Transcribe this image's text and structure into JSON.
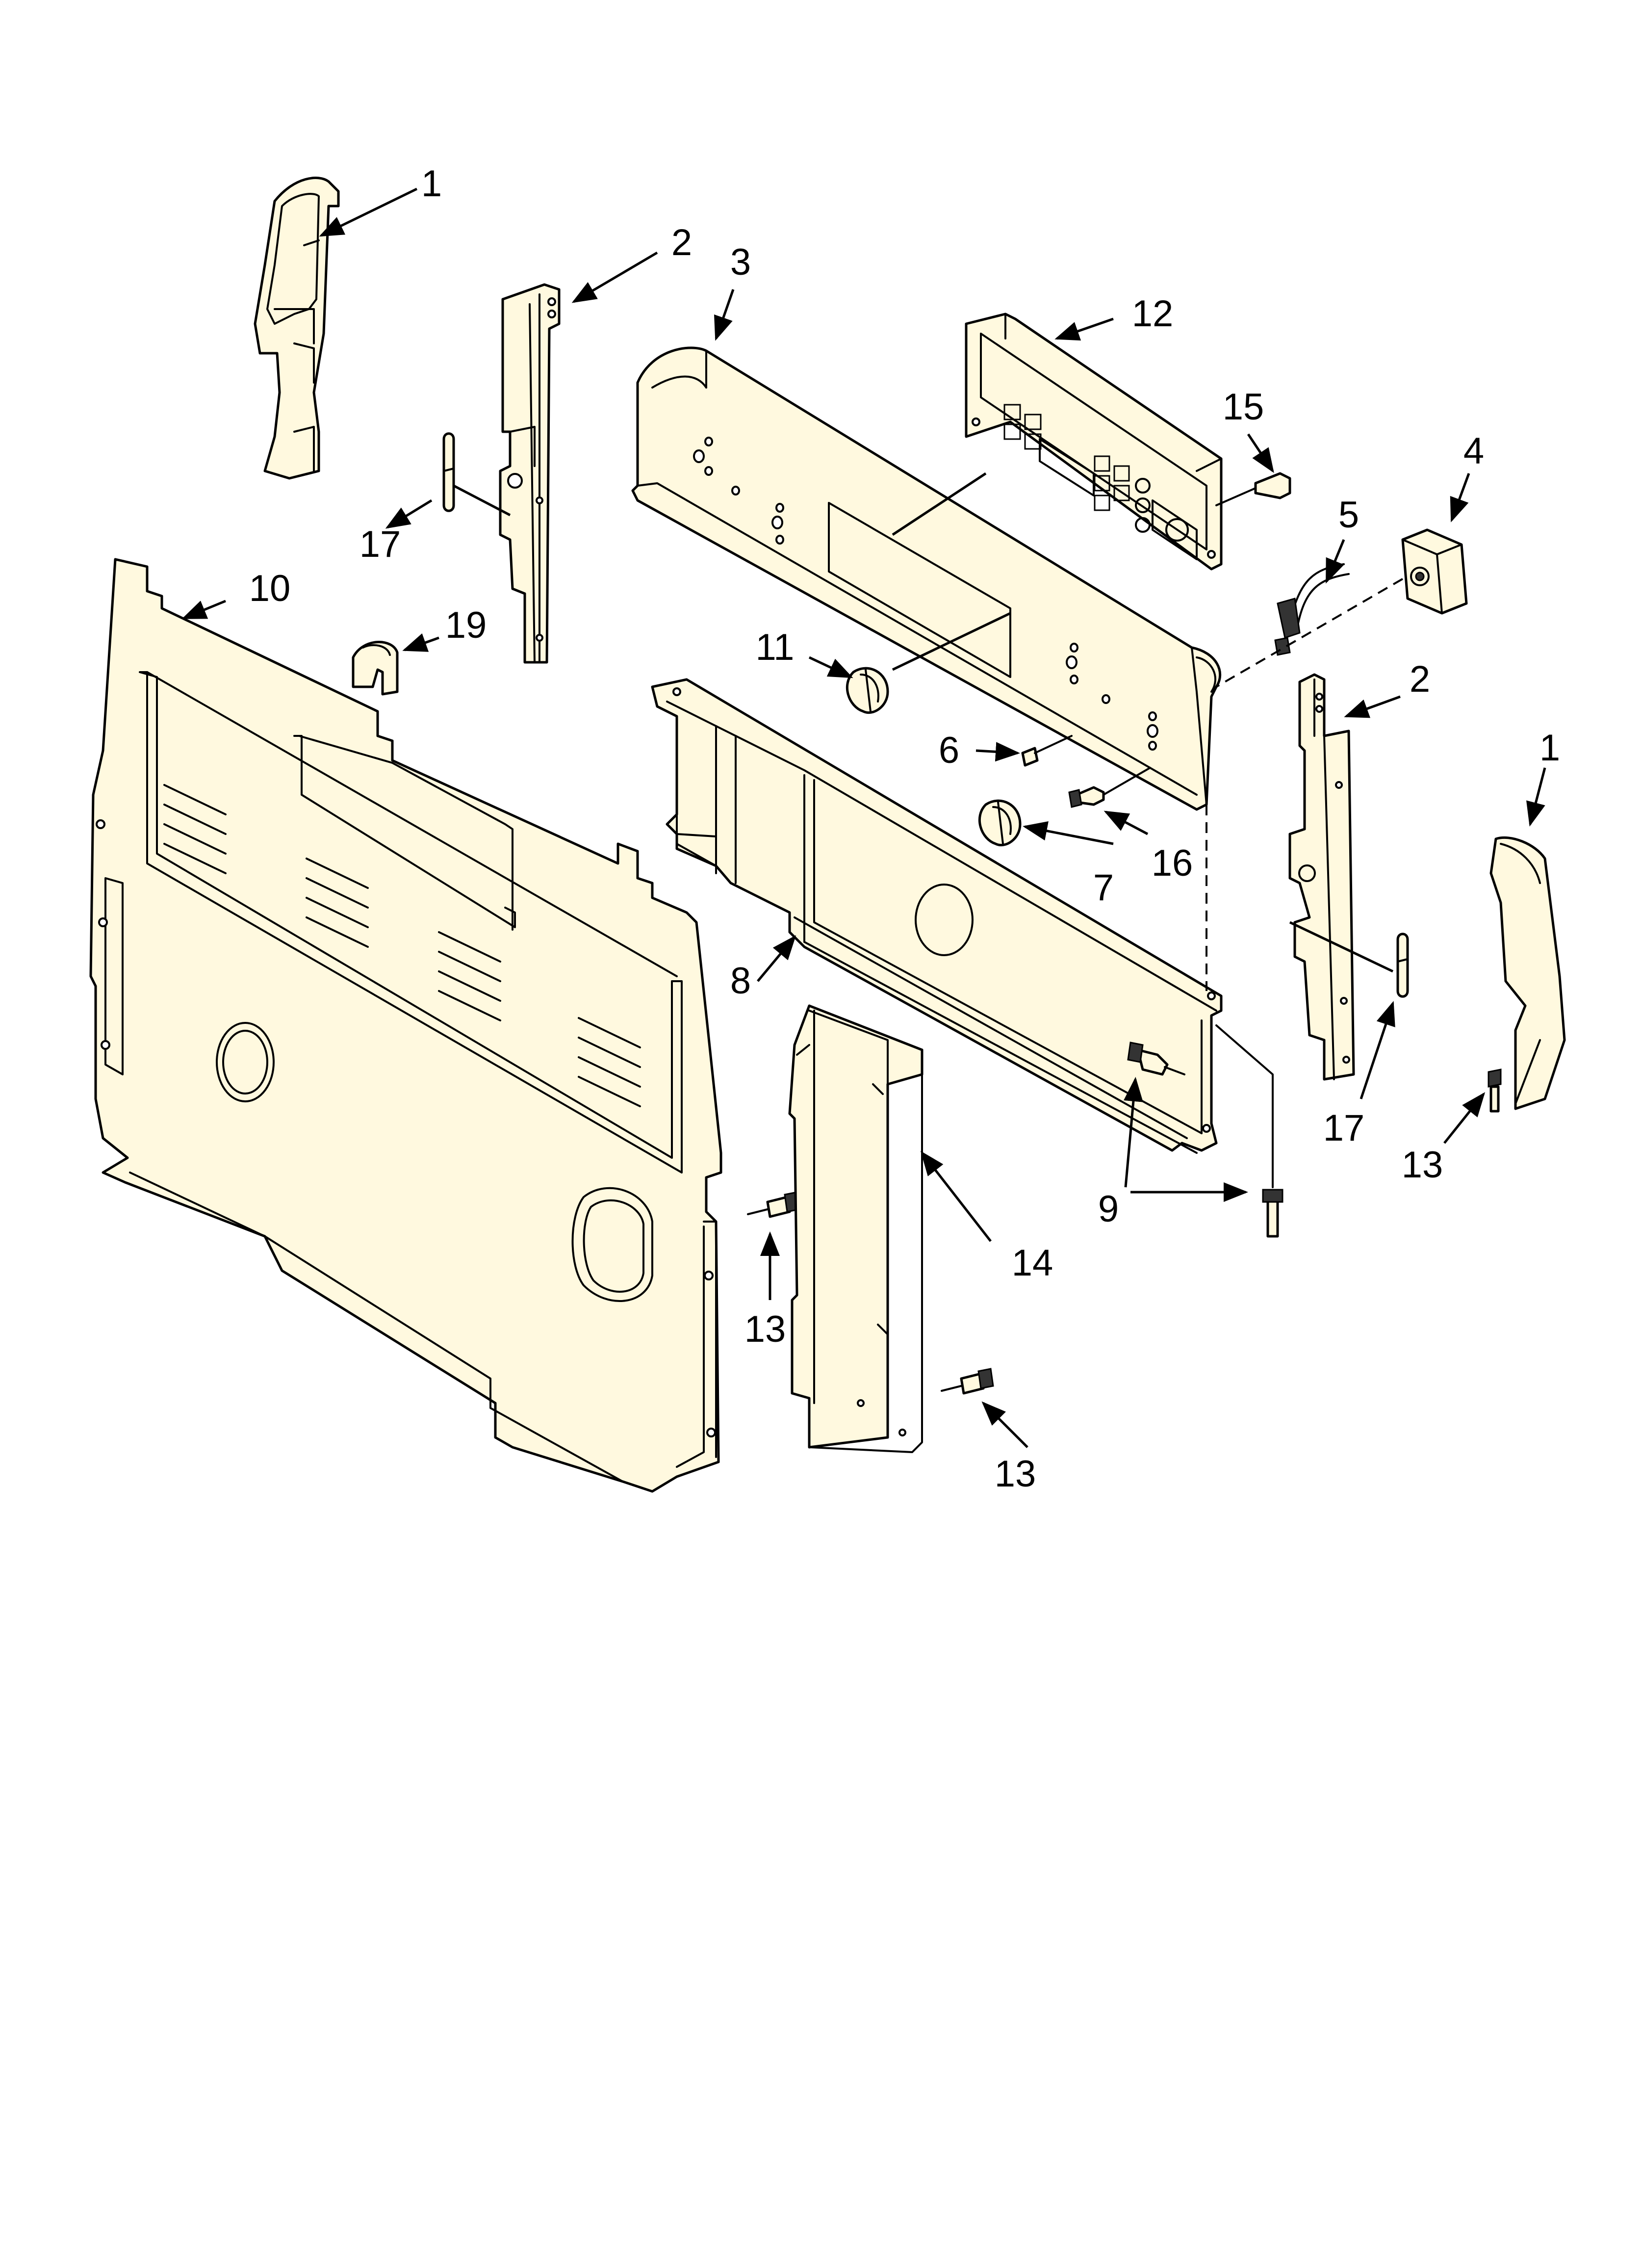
{
  "diagram": {
    "callouts": [
      {
        "id": "c1a",
        "label": "1"
      },
      {
        "id": "c1b",
        "label": "1"
      },
      {
        "id": "c2a",
        "label": "2"
      },
      {
        "id": "c2b",
        "label": "2"
      },
      {
        "id": "c3",
        "label": "3"
      },
      {
        "id": "c4",
        "label": "4"
      },
      {
        "id": "c5",
        "label": "5"
      },
      {
        "id": "c6",
        "label": "6"
      },
      {
        "id": "c7",
        "label": "7"
      },
      {
        "id": "c8",
        "label": "8"
      },
      {
        "id": "c9",
        "label": "9"
      },
      {
        "id": "c10",
        "label": "10"
      },
      {
        "id": "c11",
        "label": "11"
      },
      {
        "id": "c12",
        "label": "12"
      },
      {
        "id": "c13a",
        "label": "13"
      },
      {
        "id": "c13b",
        "label": "13"
      },
      {
        "id": "c13c",
        "label": "13"
      },
      {
        "id": "c14",
        "label": "14"
      },
      {
        "id": "c15",
        "label": "15"
      },
      {
        "id": "c16",
        "label": "16"
      },
      {
        "id": "c17a",
        "label": "17"
      },
      {
        "id": "c17b",
        "label": "17"
      },
      {
        "id": "c19",
        "label": "19"
      }
    ]
  }
}
